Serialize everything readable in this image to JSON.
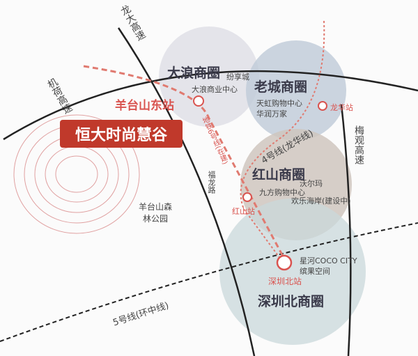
{
  "project": "恒大时尚慧谷",
  "districts": [
    {
      "name": "大浪商圈",
      "places": [
        "纷享城",
        "大浪商业中心"
      ]
    },
    {
      "name": "老城商圈",
      "places": [
        "天虹购物中心",
        "华润万家"
      ]
    },
    {
      "name": "红山商圈",
      "places": [
        "沃尔玛",
        "九方购物中心",
        "欢乐海岸(建设中)"
      ]
    },
    {
      "name": "深圳北商圈",
      "places": [
        "星河COCO CITY",
        "缤果空间"
      ]
    }
  ],
  "stations": [
    "羊台山东站",
    "龙华站",
    "红山站",
    "深圳北站"
  ],
  "roads": [
    "龙大高速",
    "机荷高速",
    "梅观高速",
    "福龙路"
  ],
  "lines": [
    "4号线(龙华线)",
    "地铁6号线(在建)",
    "5号线(环中线)"
  ],
  "park": "羊台山森林公园",
  "colors": {
    "accent": "#c0392b",
    "metro": "#e07a70"
  }
}
